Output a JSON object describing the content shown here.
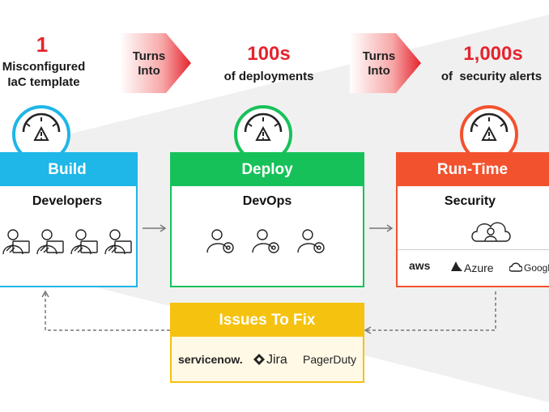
{
  "header": {
    "build_count": "1",
    "build_line1": "Misconfigured",
    "build_line2": "IaC template",
    "turns_into_1a": "Turns",
    "turns_into_1b": "Into",
    "deploy_count": "100s",
    "deploy_text": "of deployments",
    "turns_into_2a": "Turns",
    "turns_into_2b": "Into",
    "runtime_count": "1,000s",
    "runtime_text": "of  security alerts"
  },
  "cards": {
    "build": {
      "title": "Build",
      "subtitle": "Developers",
      "color": "#1fb6e8"
    },
    "deploy": {
      "title": "Deploy",
      "subtitle": "DevOps",
      "color": "#17c15a"
    },
    "runtime": {
      "title": "Run-Time",
      "subtitle": "Security",
      "color": "#f2522e"
    }
  },
  "runtime_logos": {
    "aws": "aws",
    "azure": "Azure",
    "google": "Google"
  },
  "issues": {
    "title": "Issues To Fix",
    "color": "#f5c20f",
    "servicenow": "servicenow.",
    "jira": "Jira",
    "pagerduty": "PagerDuty"
  },
  "icons": [
    "gauge-icon",
    "developer-icon",
    "devops-gear-user-icon",
    "security-cloud-user-icon",
    "chevron-arrow-icon"
  ]
}
